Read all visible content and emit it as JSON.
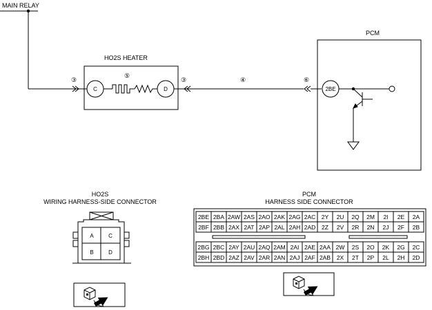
{
  "wiring": {
    "main_relay": "MAIN RELAY",
    "heater_title": "HO2S HEATER",
    "pcm_title": "PCM",
    "terminal_c": "C",
    "terminal_d": "D",
    "pcm_terminal": "2BE",
    "callouts": [
      "③",
      "⑤",
      "③",
      "④",
      "⑥"
    ]
  },
  "ho2s_connector": {
    "title_line1": "HO2S",
    "title_line2": "WIRING HARNESS-SIDE CONNECTOR",
    "pins": [
      "A",
      "C",
      "B",
      "D"
    ]
  },
  "pcm_connector": {
    "title_line1": "PCM",
    "title_line2": "HARNESS SIDE CONNECTOR",
    "top_rows": [
      [
        "2BE",
        "2BA",
        "2AW",
        "2AS",
        "2AO",
        "2AK",
        "2AG",
        "2AC",
        "2Y",
        "2U",
        "2Q",
        "2M",
        "2I",
        "2E",
        "2A"
      ],
      [
        "2BF",
        "2BB",
        "2AX",
        "2AT",
        "2AP",
        "2AL",
        "2AH",
        "2AD",
        "2Z",
        "2V",
        "2R",
        "2N",
        "2J",
        "2F",
        "2B"
      ]
    ],
    "bottom_rows": [
      [
        "2BG",
        "2BC",
        "2AY",
        "2AU",
        "2AQ",
        "2AM",
        "2AI",
        "2AE",
        "2AA",
        "2W",
        "2S",
        "2O",
        "2K",
        "2G",
        "2C"
      ],
      [
        "2BH",
        "2BD",
        "2AZ",
        "2AV",
        "2AR",
        "2AN",
        "2AJ",
        "2AF",
        "2AB",
        "2X",
        "2T",
        "2P",
        "2L",
        "2H",
        "2D"
      ]
    ]
  }
}
